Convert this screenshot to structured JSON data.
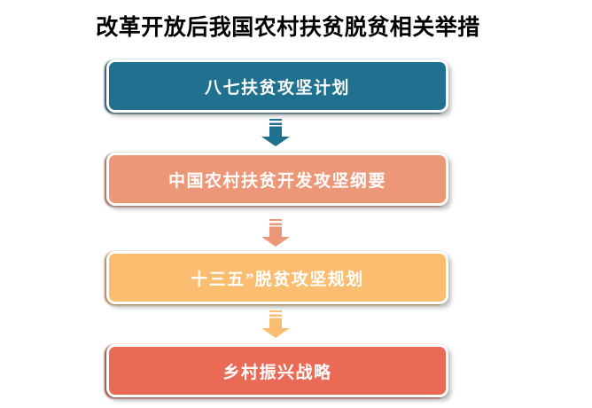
{
  "title": "改革开放后我国农村扶贫脱贫相关举措",
  "colors": {
    "background": "#ffffff",
    "title_text": "#000000",
    "box_text": "#ffffff"
  },
  "flow": {
    "steps": [
      {
        "label": "八七扶贫攻坚计划",
        "fill": "#20708F",
        "edge": "#143E51"
      },
      {
        "label": "中国农村扶贫开发攻坚纲要",
        "fill": "#EC9878",
        "edge": "#9A5F4A"
      },
      {
        "label": "十三五”脱贫攻坚规划",
        "fill": "#FBBE70",
        "edge": "#A97F43"
      },
      {
        "label": "乡村振兴战略",
        "fill": "#EB6A56",
        "edge": "#93392B"
      }
    ],
    "connectors": [
      {
        "icon": "striped-down-arrow-icon",
        "color": "#20708F"
      },
      {
        "icon": "striped-down-arrow-icon",
        "color": "#EC9878"
      },
      {
        "icon": "striped-down-arrow-icon",
        "color": "#FBBE70"
      }
    ]
  }
}
